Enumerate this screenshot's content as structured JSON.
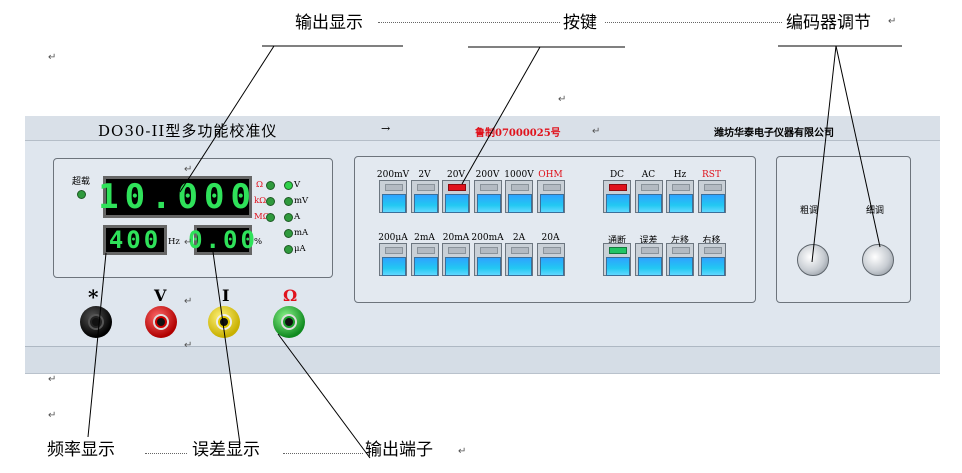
{
  "callouts": {
    "output_display": "输出显示",
    "keys": "按键",
    "encoder": "编码器调节",
    "freq_display": "频率显示",
    "error_display": "误差显示",
    "output_terminal": "输出端子"
  },
  "panel": {
    "model": "DO30-II型多功能校准仪",
    "license": "鲁制07000025号",
    "maker": "潍坊华泰电子仪器有限公司",
    "arrow": "→"
  },
  "display": {
    "overload": "超载",
    "main_value": "10.000",
    "freq_value": "400",
    "freq_unit": "Hz",
    "err_value": "0.00",
    "err_unit": "%",
    "res_units": [
      "Ω",
      "kΩ",
      "MΩ"
    ],
    "units": [
      "V",
      "mV",
      "A",
      "mA",
      "μA"
    ]
  },
  "keys": {
    "row1": [
      "200mV",
      "2V",
      "20V",
      "200V",
      "1000V",
      "OHM"
    ],
    "row1_right": [
      "DC",
      "AC",
      "Hz",
      "RST"
    ],
    "row2": [
      "200μA",
      "2mA",
      "20mA",
      "200mA",
      "2A",
      "20A"
    ],
    "row2_right": [
      "通断",
      "误差",
      "左移",
      "右移"
    ]
  },
  "encoder": {
    "coarse": "粗调",
    "fine": "细调"
  },
  "terminals": [
    "*",
    "V",
    "I",
    "Ω"
  ],
  "colors": {
    "accent_red": "#e0121c",
    "display_green": "#2fe25a",
    "key_blue": "#22c8f2"
  }
}
